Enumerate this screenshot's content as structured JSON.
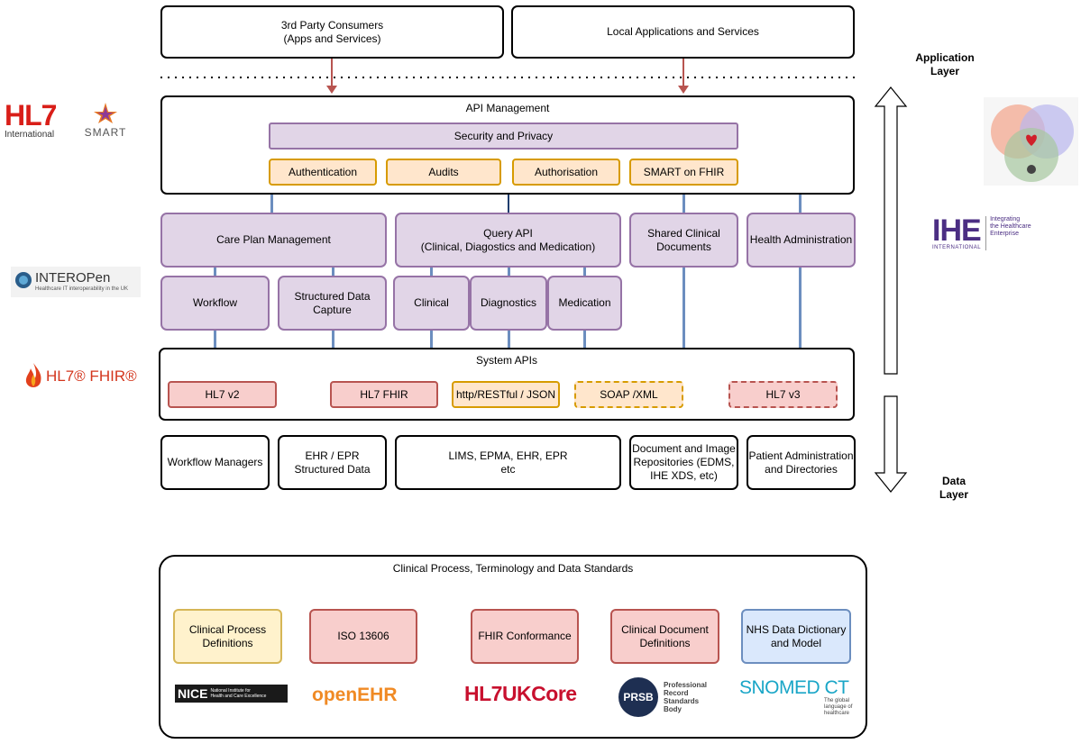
{
  "consumers": {
    "third_party": "3rd Party Consumers\n(Apps and Services)",
    "local": "Local Applications and Services"
  },
  "api_management": {
    "title": "API Management",
    "security": "Security and Privacy",
    "items": [
      "Authentication",
      "Audits",
      "Authorisation",
      "SMART on FHIR"
    ]
  },
  "process_apis": {
    "care_plan": "Care Plan Management",
    "query_api": "Query API\n(Clinical, Diagostics and Medication)",
    "shared_docs": "Shared Clinical\nDocuments",
    "health_admin": "Health Administration",
    "workflow": "Workflow",
    "structured_capture": "Structured Data\nCapture",
    "clinical": "Clinical",
    "diagnostics": "Diagnostics",
    "medication": "Medication"
  },
  "system_apis": {
    "title": "System APIs",
    "hl7v2": "HL7 v2",
    "hl7fhir": "HL7 FHIR",
    "rest": "http/RESTful / JSON",
    "soap": "SOAP /XML",
    "hl7v3": "HL7 v3"
  },
  "data_systems": {
    "workflow_managers": "Workflow Managers",
    "ehr_epr": "EHR / EPR\nStructured Data",
    "lims": "LIMS, EPMA, EHR, EPR\netc",
    "doc_repos": "Document and Image\nRepositories (EDMS,\nIHE XDS, etc)",
    "patient_admin": "Patient Administration\nand Directories"
  },
  "layers": {
    "application": "Application\nLayer",
    "data": "Data\nLayer"
  },
  "standards": {
    "title": "Clinical Process, Terminology and Data Standards",
    "clinical_process": "Clinical Process\nDefinitions",
    "iso": "ISO 13606",
    "fhir_conformance": "FHIR Conformance",
    "clinical_docs": "Clinical Document\nDefinitions",
    "nhs_dd": "NHS Data Dictionary\nand Model"
  },
  "logos": {
    "hl7": "HL7",
    "hl7_sub": "International",
    "smart": "SMART",
    "interopen": "INTEROPen",
    "interopen_sub": "Healthcare IT interoperability in the UK",
    "hl7fhir": "HL7® FHIR®",
    "ihe": "IHE",
    "ihe_sub": "INTERNATIONAL",
    "ihe_tag": "Integrating\nthe Healthcare\nEnterprise",
    "nice": "NICE",
    "nice_sub": "National Institute for\nHealth and Care Excellence",
    "openehr": "openEHR",
    "hl7ukcore": "HL7UKCore",
    "prsb": "PRSB",
    "prsb_sub": "Professional\nRecord\nStandards\nBody",
    "snomed": "SNOMED CT",
    "snomed_sub": "The global\nlanguage of\nhealthcare"
  },
  "colors": {
    "purple_fill": "#e1d5e7",
    "purple_stroke": "#9673a6",
    "orange_fill": "#ffe6cc",
    "orange_stroke": "#d79b00",
    "red_fill": "#f8cecc",
    "red_stroke": "#b85450",
    "yellow_fill": "#fff2cc",
    "blue_fill": "#dae8fc",
    "arrow_red": "#b85450",
    "connector_blue": "#6c8ebf"
  }
}
